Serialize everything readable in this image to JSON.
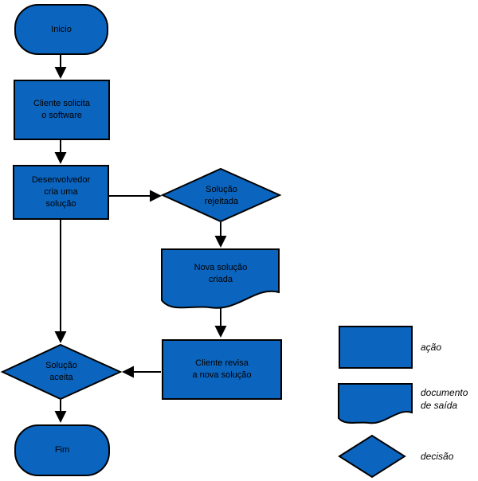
{
  "colors": {
    "shape_fill": "#0B64BD",
    "shape_border": "#000000",
    "line_color": "#000000",
    "text_color": "#000000",
    "background": "#FFFFFF"
  },
  "flowchart": {
    "nodes": {
      "start": {
        "type": "terminator",
        "label": "Inicio"
      },
      "request": {
        "type": "action",
        "label": "Cliente solicita\no software"
      },
      "develop": {
        "type": "action",
        "label": "Desenvolvedor\ncria uma\nsolução"
      },
      "rejected": {
        "type": "decision",
        "label": "Solução\nrejeitada"
      },
      "new_solution": {
        "type": "document",
        "label": "Nova solução\ncriada"
      },
      "review": {
        "type": "action",
        "label": "Cliente revisa\na nova solução"
      },
      "accepted": {
        "type": "decision",
        "label": "Solução\naceita"
      },
      "end": {
        "type": "terminator",
        "label": "Fim"
      }
    },
    "connections": [
      {
        "from": "start",
        "to": "request"
      },
      {
        "from": "request",
        "to": "develop"
      },
      {
        "from": "develop",
        "to": "rejected"
      },
      {
        "from": "rejected",
        "to": "new_solution"
      },
      {
        "from": "new_solution",
        "to": "review"
      },
      {
        "from": "review",
        "to": "accepted"
      },
      {
        "from": "develop",
        "to": "accepted"
      },
      {
        "from": "accepted",
        "to": "end"
      }
    ]
  },
  "legend": {
    "items": [
      {
        "shape": "rectangle",
        "label": "ação"
      },
      {
        "shape": "document",
        "label": "documento\nde saída"
      },
      {
        "shape": "diamond",
        "label": "decisão"
      }
    ]
  }
}
